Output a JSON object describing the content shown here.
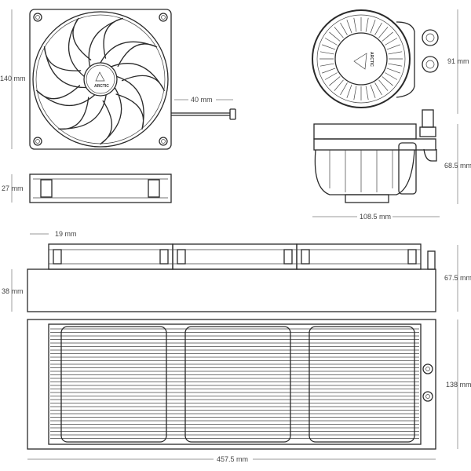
{
  "brand_logo": "ARCTIC",
  "dimensions": {
    "fan_height": "140 mm",
    "cable_length": "40 mm",
    "fan_depth": "27 mm",
    "pump_height": "91 mm",
    "pump_depth": "68.5 mm",
    "pump_width": "108.5 mm",
    "fan_offset": "19 mm",
    "radiator_thickness": "38 mm",
    "radiator_with_fans": "67.5 mm",
    "radiator_height": "138 mm",
    "radiator_length": "457.5 mm"
  }
}
